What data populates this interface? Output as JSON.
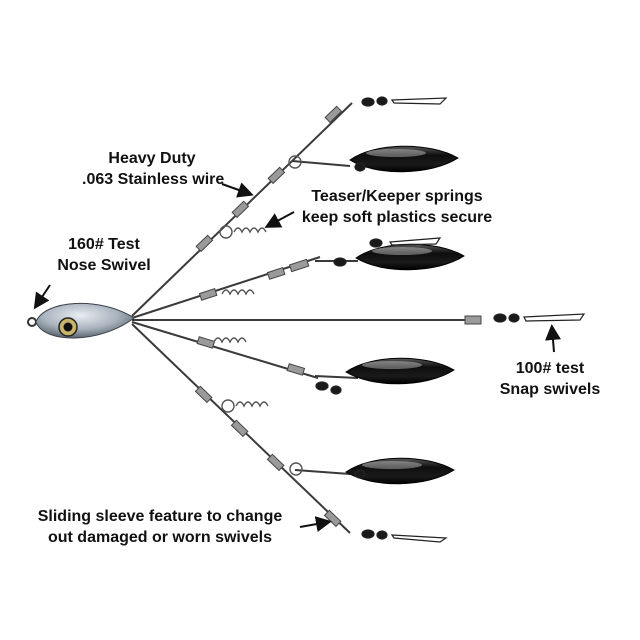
{
  "labels": {
    "wire_line1": "Heavy Duty",
    "wire_line2": ".063 Stainless wire",
    "springs_line1": "Teaser/Keeper springs",
    "springs_line2": "keep soft plastics secure",
    "nose_line1": "160# Test",
    "nose_line2": "Nose Swivel",
    "snap_line1": "100# test",
    "snap_line2": "Snap swivels",
    "sleeve_line1": "Sliding sleeve feature to change",
    "sleeve_line2": "out damaged or worn swivels"
  },
  "colors": {
    "wire": "#3a3a3a",
    "blade": "#141414",
    "head": "#b9c2cc",
    "text": "#111111"
  },
  "icons": [
    "lure-head-icon",
    "willow-blade-icon",
    "snap-swivel-icon",
    "keeper-spring-icon",
    "arrow-icon"
  ]
}
